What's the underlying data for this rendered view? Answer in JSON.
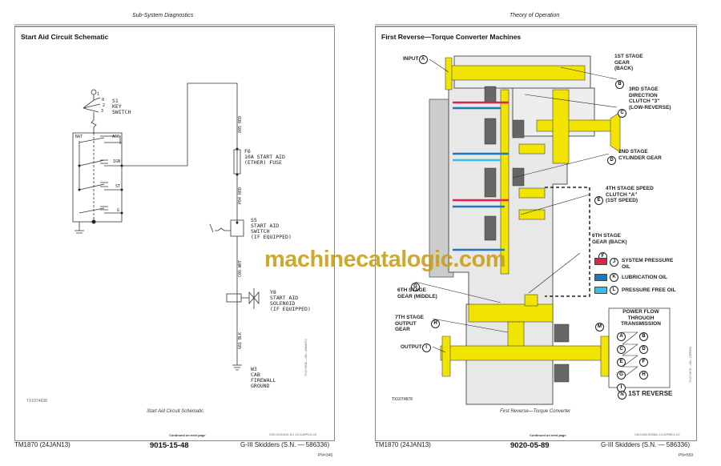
{
  "left": {
    "header": "Sub-System Diagnostics",
    "title": "Start Aid Circuit Schematic",
    "schematic": {
      "s1": "S1\nKEY\nSWITCH",
      "switch_positions": [
        "1",
        "0",
        "2",
        "3"
      ],
      "terminals": [
        "BAT",
        "ACC",
        "IGN",
        "ST",
        "G"
      ],
      "wire1": "805 RED",
      "f6": "F6\n10A START AID\n(ETHER) FUSE",
      "wire2": "P04 RED",
      "s5": "S5\nSTART AID\nSWITCH\n(IF EQUIPPED)",
      "wire3": "C06 WHT",
      "y8": "Y8\nSTART AID\nSOLENOID\n(IF EQUIPPED)",
      "wire4": "G01 BLK",
      "w3": "W3\nCAB\nFIREWALL\nGROUND"
    },
    "fig_id": "TX1074638",
    "side_ref": "TX1074638 —UN—30MAR10",
    "caption": "Start Aid Circuit Schematic",
    "continued": "Continued on next page",
    "ref": "CED,OUO1043,110 -19-21APR10-1/5",
    "footer": {
      "left": "TM1870 (24JAN13)",
      "center": "9015-15-48",
      "right": "G-III Skidders (S.N. — 586336)",
      "pn": "PN=346"
    }
  },
  "right": {
    "header": "Theory of Operation",
    "title": "First Reverse—Torque Converter Machines",
    "callouts": {
      "input": "INPUT",
      "a": "A",
      "b_label": "1ST STAGE\nGEAR\n(BACK)",
      "b": "B",
      "c_label": "3RD STAGE\nDIRECTION\nCLUTCH \"3\"\n(LOW-REVERSE)",
      "c": "C",
      "d_label": "2ND STAGE\nCYLINDER GEAR",
      "d": "D",
      "e_label": "4TH STAGE SPEED\nCLUTCH \"A\"\n(1ST SPEED)",
      "e": "E",
      "f_label": "6TH STAGE\nGEAR (BACK)",
      "f": "F",
      "g_label": "6TH STAGE\nGEAR (MIDDLE)",
      "g": "G",
      "h_label": "7TH STAGE\nOUTPUT\nGEAR",
      "h": "H",
      "output": "OUTPUT",
      "i": "I"
    },
    "legend": [
      {
        "key": "J",
        "label": "SYSTEM PRESSURE\nOIL",
        "color": "#e0224a"
      },
      {
        "key": "K",
        "label": "LUBRICATION OIL",
        "color": "#1e78c0"
      },
      {
        "key": "L",
        "label": "PRESSURE FREE OIL",
        "color": "#38c0ec"
      }
    ],
    "power_flow": {
      "m": "M",
      "title": "POWER FLOW\nTHROUGH\nTRANSMISSION",
      "pairs": [
        [
          "A",
          "B"
        ],
        [
          "C",
          "D"
        ],
        [
          "E",
          "F"
        ],
        [
          "G",
          "H"
        ],
        [
          "I",
          ""
        ]
      ]
    },
    "n": "N",
    "mode": "1ST REVERSE",
    "fig_id": "TX1074878",
    "side_ref": "TX1074878 —UN—22FEB01",
    "caption": "First Reverse—Torque Converter",
    "continued": "Continued on next page",
    "ref": "OUO1085,00008A -19-22FEB01-1/2",
    "footer": {
      "left": "TM1870 (24JAN13)",
      "center": "9020-05-89",
      "right": "G-III Skidders (S.N. — 586336)",
      "pn": "PN=559"
    }
  },
  "watermark": "machinecatalogic.com"
}
